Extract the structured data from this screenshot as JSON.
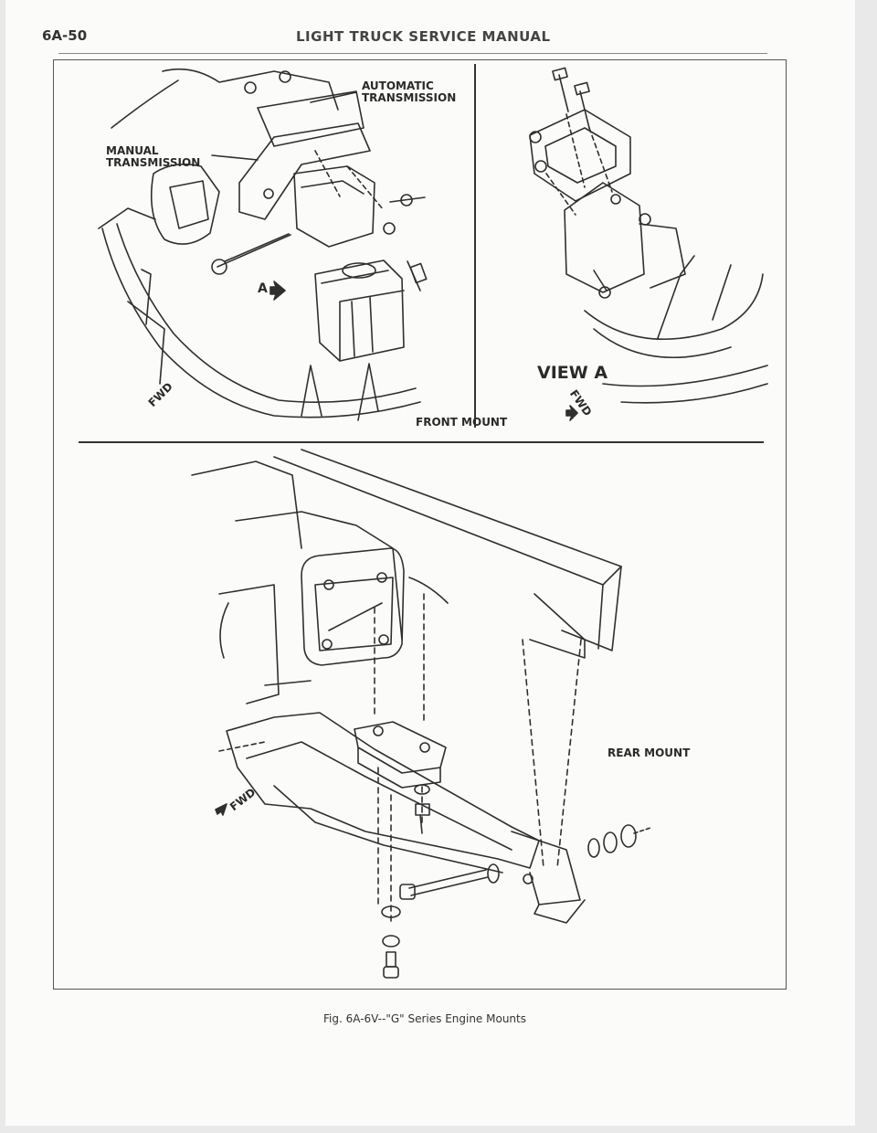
{
  "header": {
    "page_number": "6A-50",
    "title": "LIGHT TRUCK SERVICE MANUAL"
  },
  "figure": {
    "callouts": {
      "automatic": [
        "AUTOMATIC",
        "TRANSMISSION"
      ],
      "manual": [
        "MANUAL",
        "TRANSMISSION"
      ],
      "a_marker": "A",
      "view_a": "VIEW A",
      "front_mount": "FRONT MOUNT",
      "rear_mount": "REAR MOUNT",
      "fwd": "FWD"
    },
    "caption": "Fig. 6A-6V--\"G\" Series Engine Mounts"
  },
  "colors": {
    "ink": "#2a2a2a",
    "paper": "#fbfbfa"
  }
}
